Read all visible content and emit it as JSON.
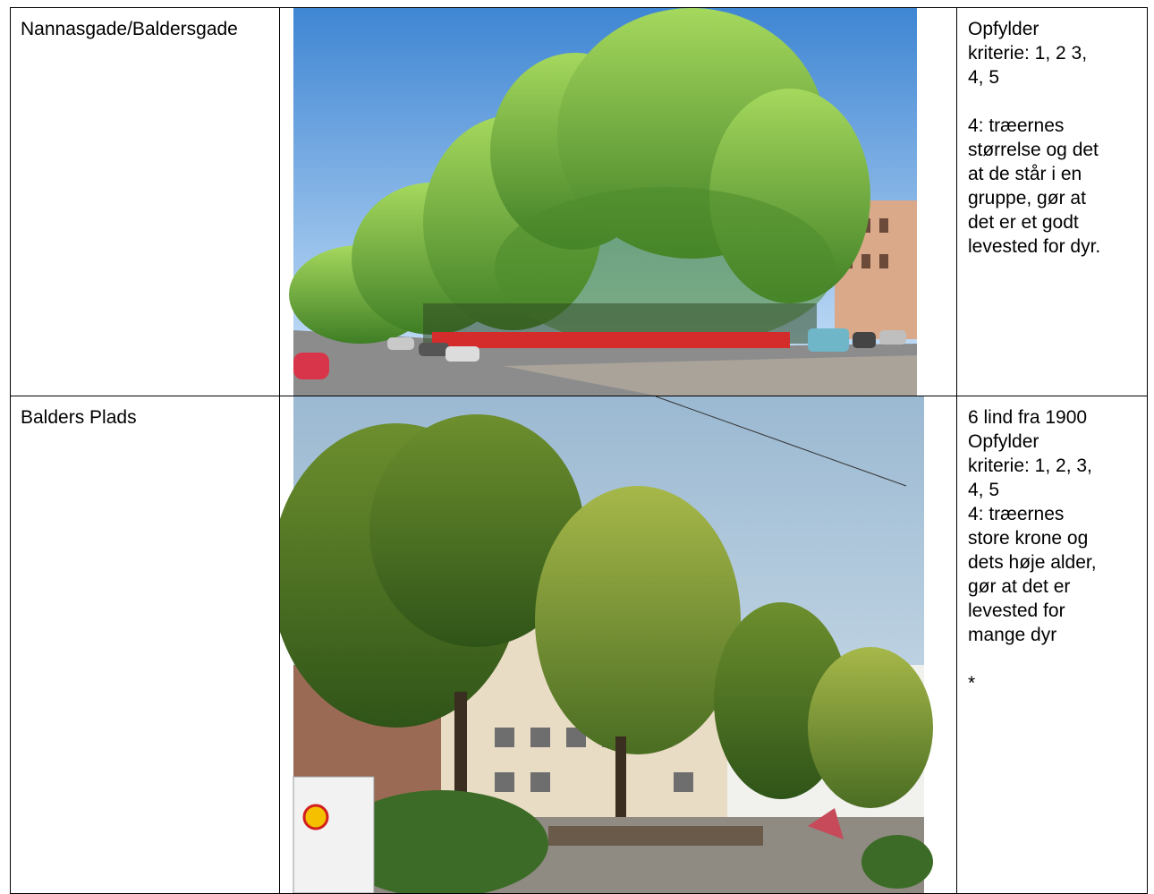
{
  "rows": [
    {
      "location": "Nannasgade/Baldersgade",
      "photo_icon": "street-trees-photo",
      "notes": [
        "Opfylder",
        "kriterie: 1, 2 3,",
        "4, 5",
        "",
        "4: træernes",
        "størrelse og det",
        "at de står i en",
        "gruppe, gør at",
        "det er et godt",
        "levested for dyr."
      ]
    },
    {
      "location": "Balders Plads",
      "photo_icon": "square-trees-photo",
      "notes": [
        "6 lind fra 1900",
        "Opfylder",
        "kriterie: 1, 2, 3,",
        "4, 5",
        "4: træernes",
        "store krone og",
        "dets høje alder,",
        "gør at det er",
        "levested for",
        "mange dyr",
        "",
        "*"
      ]
    }
  ],
  "colors": {
    "sky_top": "#4f8fd6",
    "sky_bottom": "#cfe6fb",
    "foliage_light": "#8fcb4a",
    "foliage_dark": "#3e7a22",
    "fence_red": "#d42b2b",
    "road": "#8a8a8a",
    "building_cream": "#e9dcc4"
  }
}
